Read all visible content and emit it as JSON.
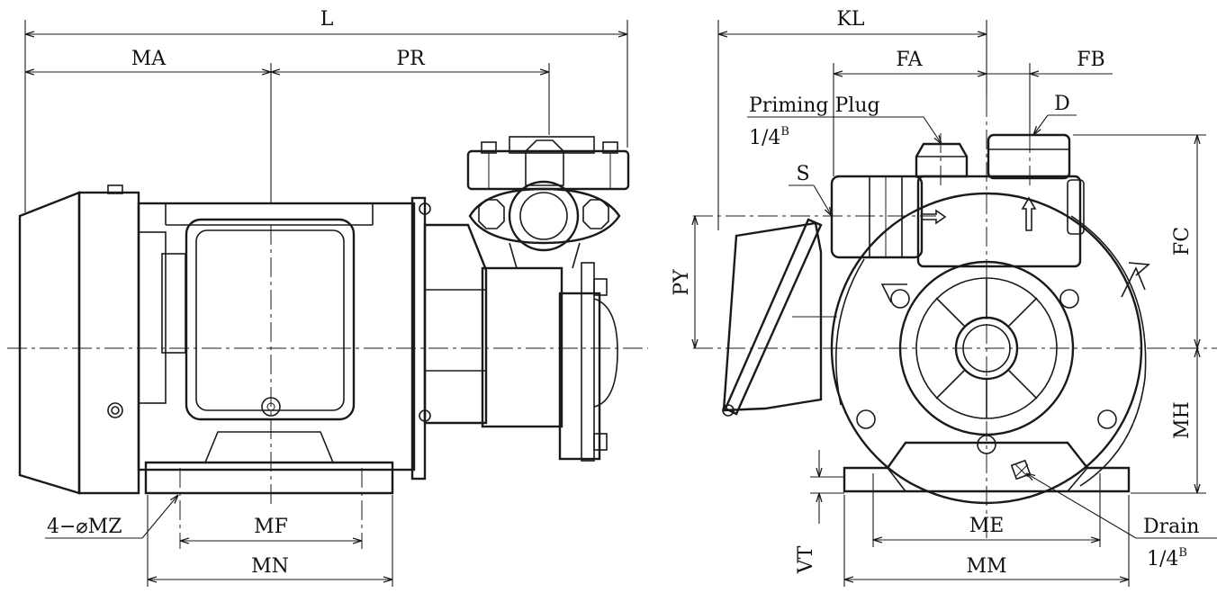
{
  "labels": {
    "L": "L",
    "MA": "MA",
    "PR": "PR",
    "KL": "KL",
    "FA": "FA",
    "FB": "FB",
    "D": "D",
    "S": "S",
    "priming_plug": "Priming Plug",
    "priming_size": "1/4",
    "priming_sup": "B",
    "PY": "PY",
    "FC": "FC",
    "MH": "MH",
    "VT": "VT",
    "ME": "ME",
    "MM": "MM",
    "MF": "MF",
    "MN": "MN",
    "MZ": "4−⌀MZ",
    "drain": "Drain",
    "drain_size": "1/4",
    "drain_sup": "B"
  }
}
